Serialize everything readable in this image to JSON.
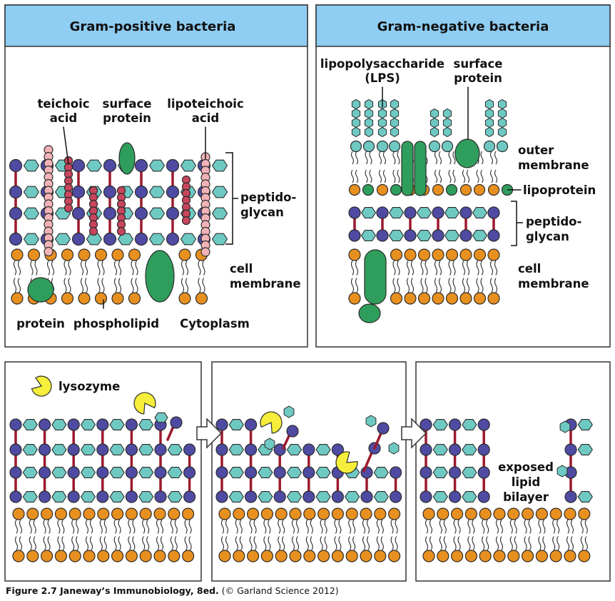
{
  "headers": {
    "gram_positive": "Gram-positive bacteria",
    "gram_negative": "Gram-negative bacteria"
  },
  "gram_positive_labels": {
    "teichoic_1": "teichoic",
    "teichoic_2": "acid",
    "surface_1": "surface",
    "surface_2": "protein",
    "lipoteichoic_1": "lipoteichoic",
    "lipoteichoic_2": "acid",
    "peptido_1": "peptido-",
    "peptido_2": "glycan",
    "cell_1": "cell",
    "cell_2": "membrane",
    "protein": "protein",
    "phospholipid": "phospholipid",
    "cytoplasm": "Cytoplasm"
  },
  "gram_negative_labels": {
    "lps_1": "lipopolysaccharide",
    "lps_2": "(LPS)",
    "surface_1": "surface",
    "surface_2": "protein",
    "outer_1": "outer",
    "outer_2": "membrane",
    "lipoprotein": "lipoprotein",
    "peptido_1": "peptido-",
    "peptido_2": "glycan",
    "cell_1": "cell",
    "cell_2": "membrane"
  },
  "lysozyme_labels": {
    "lysozyme": "lysozyme",
    "exposed_1": "exposed",
    "exposed_2": "lipid",
    "exposed_3": "bilayer"
  },
  "caption": {
    "prefix": "Figure 2.7  Janeway’s Immunobiology, 8ed.",
    "suffix": " (© Garland Science 2012)"
  },
  "colors": {
    "header": "#8fcdf2",
    "hexagon": "#6fc9c3",
    "purple_circle": "#4f4ba3",
    "crosslink": "#9c1a2e",
    "lipid_head": "#e8901f",
    "teichoic": "#f2b3b8",
    "lipoteichoic": "#f2b3b8",
    "teichoic_dark": "#c8465d",
    "protein_green": "#2f9e5c",
    "lysozyme_yellow": "#f5ee3a"
  }
}
